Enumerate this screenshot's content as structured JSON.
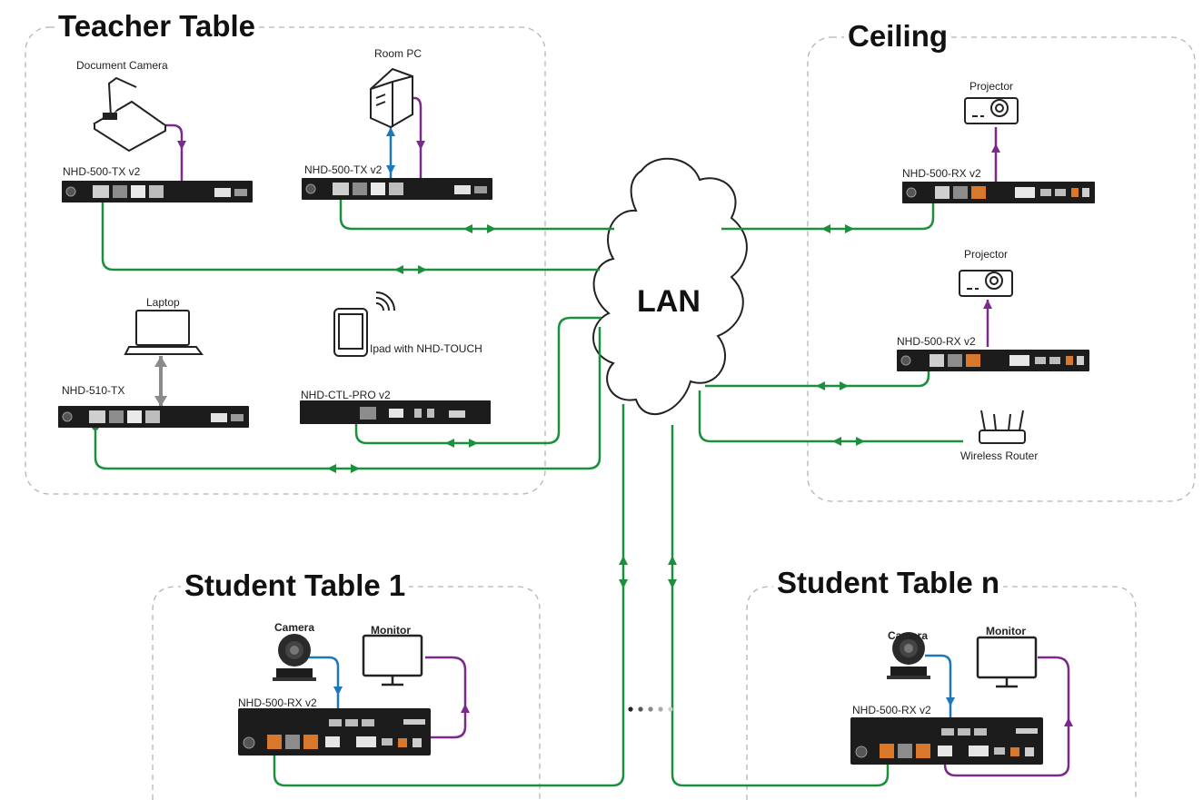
{
  "zones": {
    "teacher": "Teacher Table",
    "ceiling": "Ceiling",
    "student1": "Student Table 1",
    "studentn": "Student Table n"
  },
  "network": {
    "lan": "LAN"
  },
  "devices": {
    "document_camera": "Document Camera",
    "room_pc": "Room PC",
    "tx1": "NHD-500-TX v2",
    "tx2": "NHD-500-TX v2",
    "laptop": "Laptop",
    "ipad": "Ipad with NHD-TOUCH",
    "tx510": "NHD-510-TX",
    "ctl": "NHD-CTL-PRO v2",
    "projector1": "Projector",
    "projector2": "Projector",
    "rx_ceiling1": "NHD-500-RX v2",
    "rx_ceiling2": "NHD-500-RX v2",
    "router": "Wireless Router",
    "s1_camera": "Camera",
    "s1_monitor": "Monitor",
    "s1_rx": "NHD-500-RX v2",
    "sn_camera": "Camera",
    "sn_monitor": "Monitor",
    "sn_rx": "NHD-500-RX v2"
  },
  "colors": {
    "network": "#1a8f3c",
    "hdmi": "#7b2a8c",
    "usb": "#1d78b8",
    "analog": "#8a8a8a",
    "zone_border": "#b5b5b5",
    "device_body": "#1c1c1c",
    "port_orange": "#d9772b"
  }
}
